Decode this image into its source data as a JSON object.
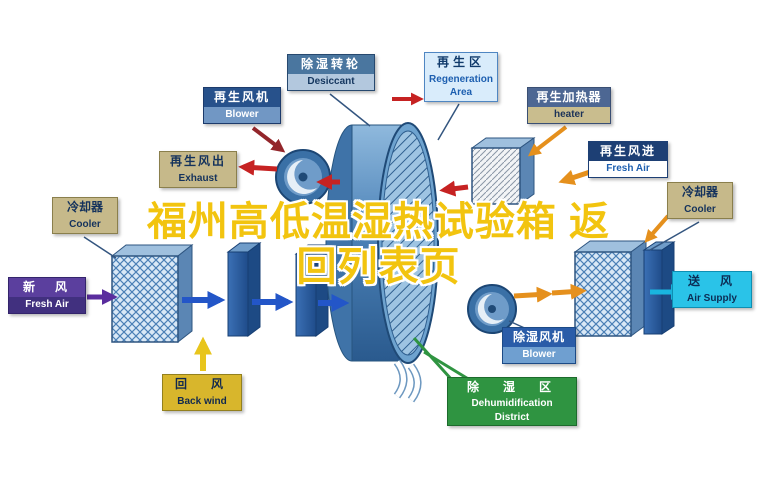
{
  "overlay": {
    "title_line1": "福州高低温湿热试验箱 返",
    "title_line2": "回列表页"
  },
  "labels": {
    "desiccant": {
      "zh": "除湿转轮",
      "en": "Desiccant"
    },
    "regen_area": {
      "zh": "再生区",
      "en": "Regeneration Area"
    },
    "regen_blower": {
      "zh": "再生风机",
      "en": "Blower"
    },
    "regen_heater": {
      "zh": "再生加热器",
      "en": "heater"
    },
    "exhaust": {
      "zh": "再生风出",
      "en": "Exhaust"
    },
    "regen_fresh_air": {
      "zh": "再生风进",
      "en": "Fresh Air"
    },
    "cooler_left": {
      "zh": "冷却器",
      "en": "Cooler"
    },
    "cooler_right": {
      "zh": "冷却器",
      "en": "Cooler"
    },
    "fresh_air": {
      "zh": "新　风",
      "en": "Fresh Air"
    },
    "air_supply": {
      "zh": "送　风",
      "en": "Air Supply"
    },
    "back_wind": {
      "zh": "回　风",
      "en": "Back wind"
    },
    "dehumid_blower": {
      "zh": "除湿风机",
      "en": "Blower"
    },
    "dehumid_district": {
      "zh": "除　湿　区",
      "en_line1": "Dehumidification",
      "en_line2": "District"
    }
  },
  "colors": {
    "title_yellow": "#f2c40f",
    "rotor_blue": "#4d83b8",
    "arrow_red": "#c62222",
    "arrow_maroon": "#93262b",
    "arrow_orange": "#e5901d",
    "arrow_blue": "#2356c8",
    "arrow_purple": "#5a2d9e",
    "arrow_yellow": "#e8c51c",
    "arrow_cyan": "#19b5df",
    "district_green": "#2f9441"
  }
}
